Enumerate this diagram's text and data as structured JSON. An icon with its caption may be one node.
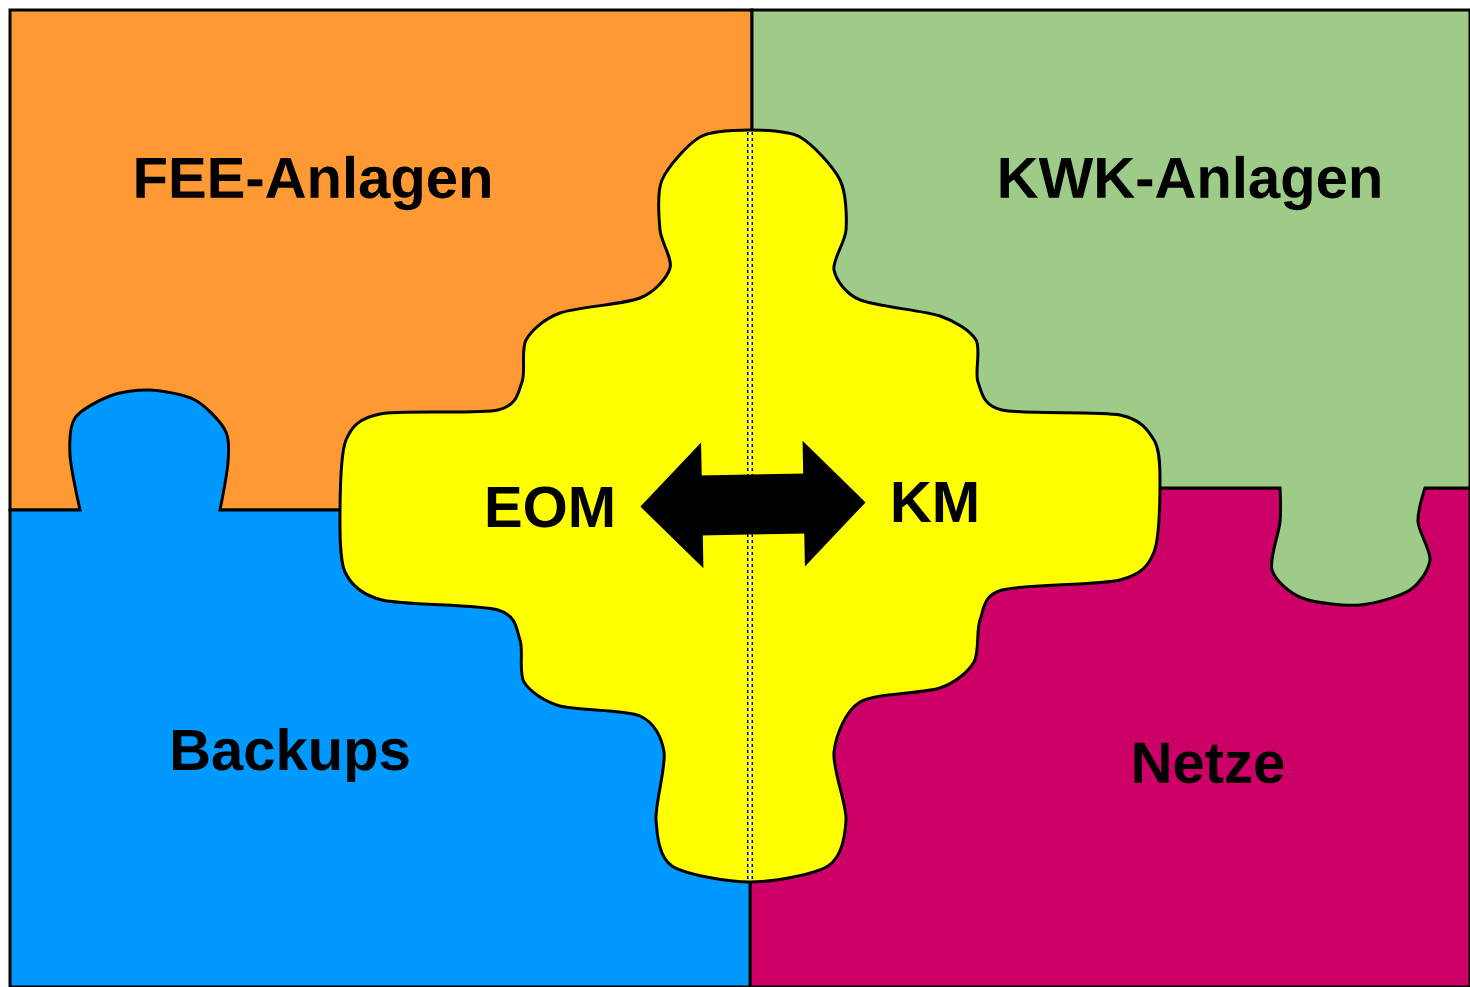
{
  "diagram": {
    "nodes": [
      {
        "text": [
          "FEE-Anlagen"
        ]
      },
      {
        "text": [
          "KWK-Anlagen"
        ]
      },
      {
        "text": [
          "EOM"
        ]
      },
      {
        "text": [
          "KM"
        ]
      },
      {
        "text": [
          "Backups"
        ]
      },
      {
        "text": [
          "Netze"
        ]
      }
    ],
    "edges": [
      {
        "from": 2,
        "to": 3,
        "arrow": "both"
      }
    ]
  }
}
